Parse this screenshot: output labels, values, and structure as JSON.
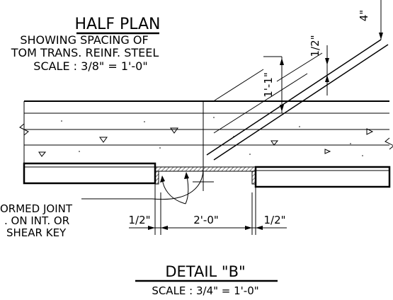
{
  "half_plan": {
    "title": "HALF PLAN",
    "note_line1": "SHOWING SPACING OF",
    "note_line2": "TOM TRANS. REINF. STEEL",
    "scale": "SCALE : 3/8\" = 1'-0\""
  },
  "dimensions": {
    "top_right": "4\"",
    "half_inch_upper": "1/2\"",
    "one_one": "1'-1\"",
    "left_gap": "1/2\"",
    "center_width": "2'-0\"",
    "right_gap": "1/2\""
  },
  "callout": {
    "line1": "ORMED JOINT",
    "line2": ". ON INT. OR",
    "line3": "SHEAR KEY"
  },
  "detail": {
    "title": "DETAIL \"B\"",
    "scale": "SCALE : 3/4\" = 1'-0\""
  }
}
